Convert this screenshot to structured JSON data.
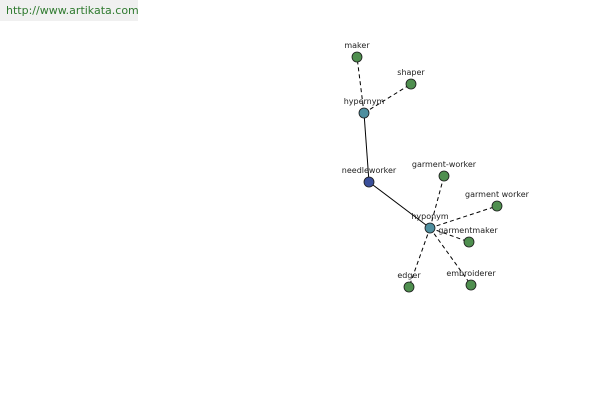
{
  "header": {
    "url_text": "http://www.artikata.com"
  },
  "colors": {
    "center": "#3a4f9a",
    "relation": "#4f8f9f",
    "term": "#4f8f4f",
    "url": "#2f7a2f"
  },
  "graph": {
    "center": {
      "id": "needleworker",
      "label": "needleworker"
    },
    "relations": [
      {
        "id": "hypernym",
        "label": "hypernym",
        "terms": [
          {
            "id": "maker",
            "label": "maker"
          },
          {
            "id": "shaper",
            "label": "shaper"
          }
        ]
      },
      {
        "id": "hyponym",
        "label": "hyponym",
        "terms": [
          {
            "id": "garment-worker",
            "label": "garment-worker"
          },
          {
            "id": "garment-worker-2",
            "label": "garment worker"
          },
          {
            "id": "garmentmaker",
            "label": "garmentmaker"
          },
          {
            "id": "embroiderer",
            "label": "embroiderer"
          },
          {
            "id": "edger",
            "label": "edger"
          }
        ]
      }
    ]
  }
}
